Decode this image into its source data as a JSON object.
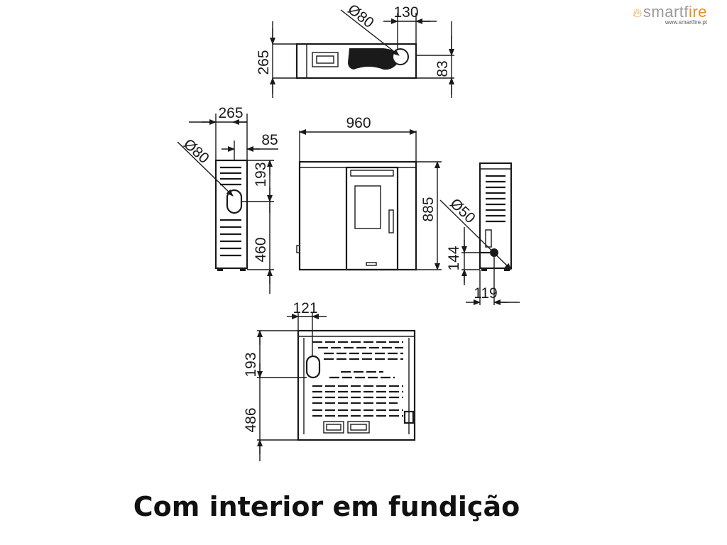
{
  "logo": {
    "brand_main": "smartf",
    "brand_accent": "ire",
    "url": "www.smartfire.pt"
  },
  "caption": "Com interior em fundição",
  "top_view": {
    "diameter": "Ø80",
    "width_dim": "130",
    "depth_dim": "265",
    "offset_dim": "83"
  },
  "left_side_view": {
    "depth_dim": "265",
    "offset_dim": "85",
    "diameter": "Ø80",
    "hole_dim": "193",
    "height_dim": "460"
  },
  "front_view": {
    "width_dim": "960",
    "height_dim": "885"
  },
  "right_side_view": {
    "diameter": "Ø50",
    "height_dim": "144",
    "offset_dim": "119"
  },
  "rear_view": {
    "offset_dim": "121",
    "hole_dim": "193",
    "height_dim": "486"
  }
}
